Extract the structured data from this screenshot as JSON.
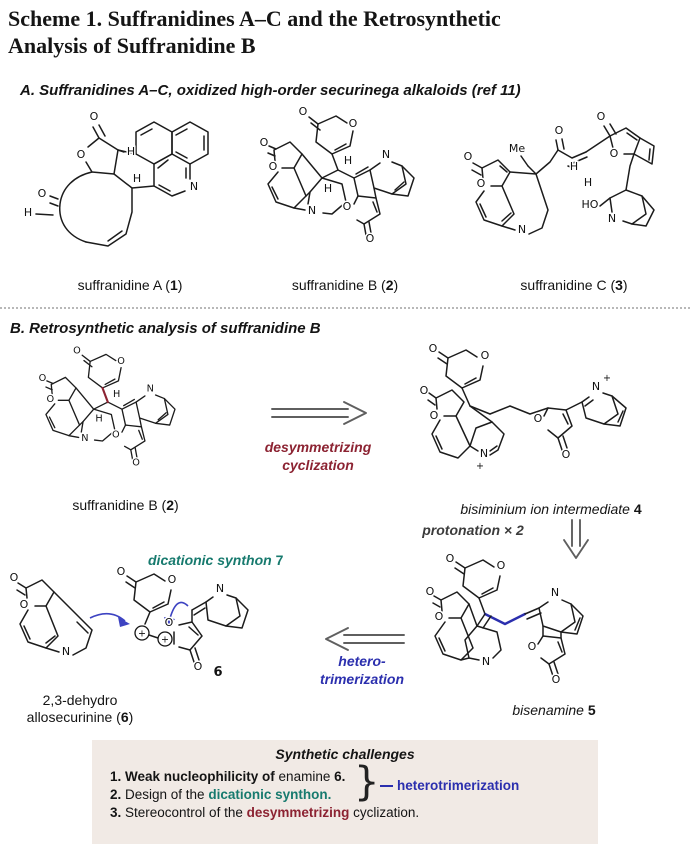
{
  "title": {
    "line1": "Scheme 1. Suffranidines A–C and the Retrosynthetic",
    "line2": "Analysis of Suffranidine B"
  },
  "section_a": {
    "heading": "A. Suffranidines A–C, oxidized high-order securinega alkaloids (ref 11)",
    "compounds": [
      {
        "prefix": "suffranidine A (",
        "number": "1",
        "suffix": ")"
      },
      {
        "prefix": "suffranidine B (",
        "number": "2",
        "suffix": ")"
      },
      {
        "prefix": "suffranidine C (",
        "number": "3",
        "suffix": ")"
      }
    ]
  },
  "section_b": {
    "heading": "B. Retrosynthetic analysis of suffranidine B",
    "suffranidine_b_label": {
      "prefix": "suffranidine B (",
      "number": "2",
      "suffix": ")"
    },
    "bisiminium_label": {
      "text": "bisiminium ion intermediate ",
      "number": "4"
    },
    "bisenamine_label": {
      "text": "bisenamine ",
      "number": "5"
    },
    "dehydro_label": {
      "line1": "2,3-dehydro",
      "line2_prefix": "allosecurinine (",
      "number": "6",
      "suffix": ")"
    },
    "synthon_label": {
      "text": "dicationic synthon ",
      "number": "7"
    },
    "arrow1": {
      "line1": "desymmetrizing",
      "line2": "cyclization"
    },
    "arrow2": "protonation × 2",
    "arrow3": {
      "line1": "hetero-",
      "line2": "trimerization"
    }
  },
  "challenges": {
    "title": "Synthetic challenges",
    "item1": {
      "b1": "1. Weak nucleophilicity of",
      "p1": " enamine ",
      "b2": "6."
    },
    "item2": {
      "b1": "2.",
      "p1": " Design of the ",
      "teal": "dicationic synthon."
    },
    "item3": {
      "b1": "3.",
      "p1": " Stereocontrol of the ",
      "red": "desymmetrizing",
      "p2": " cyclization."
    },
    "bracket_glyph": "}",
    "bracket_label": "heterotrimerization"
  },
  "colors": {
    "accent_red": "#8c2332",
    "accent_blue": "#2b2fae",
    "accent_teal": "#177a6e",
    "box_background": "#f1eae5"
  },
  "structures": {
    "suffranidine_a": {
      "atoms": [
        "O",
        "O",
        "H",
        "N",
        "H",
        "O",
        "H"
      ]
    },
    "suffranidine_b": {
      "atoms": [
        "O",
        "O",
        "O",
        "O",
        "H",
        "H",
        "N",
        "N",
        "O",
        "O"
      ]
    },
    "suffranidine_c": {
      "atoms": [
        "O",
        "O",
        "Me",
        "O",
        "O",
        "O",
        "H",
        "H",
        "HO",
        "N",
        "N"
      ]
    },
    "bisiminium": {
      "atoms": [
        "O",
        "O",
        "O",
        "O",
        "N",
        "+",
        "O",
        "O",
        "N",
        "+"
      ]
    },
    "bisenamine": {
      "atoms": [
        "O",
        "O",
        "O",
        "O",
        "N",
        "N",
        "O",
        "O"
      ]
    },
    "trimer_components": {
      "atoms": [
        "O",
        "O",
        "N",
        "O",
        "O",
        "+",
        "+",
        "N",
        "O",
        "O",
        "6"
      ]
    }
  }
}
